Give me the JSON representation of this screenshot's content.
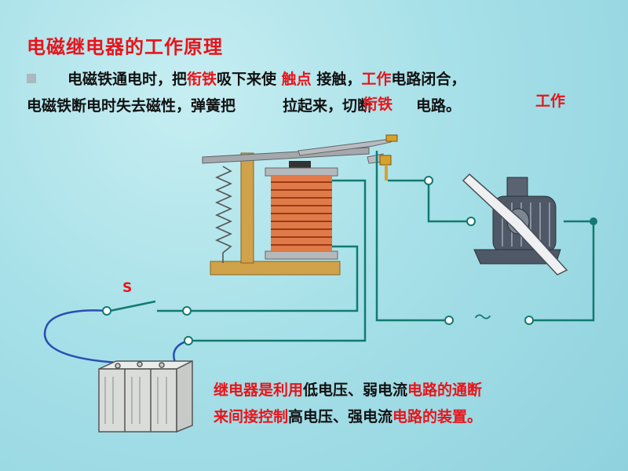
{
  "title": "电磁继电器的工作原理",
  "para": {
    "l1a": "电磁铁通电时，把",
    "l1b": "衔铁",
    "l1c": "吸下来使",
    "l1d": "触点",
    "l1e": "接触，",
    "l1f": "工作",
    "l1g": "电路闭合，",
    "l2a": "电磁铁断电时失去磁性，弹簧把",
    "l2b": "衔铁",
    "l2c": "拉起来，切断",
    "l2d": "工作",
    "l2e": "电路。"
  },
  "diagram": {
    "switch_label": "S",
    "ac_symbol": "～"
  },
  "summary": {
    "l1a": "继电器是利用",
    "l1b": "低电压、弱电流",
    "l1c": "电路的通断",
    "l2a": "来间接控制",
    "l2b": "高电压、强电流",
    "l2c": "电路的装置。"
  },
  "colors": {
    "red": "#e8141a",
    "wire": "#127a70",
    "coil": "#d86a3c"
  }
}
